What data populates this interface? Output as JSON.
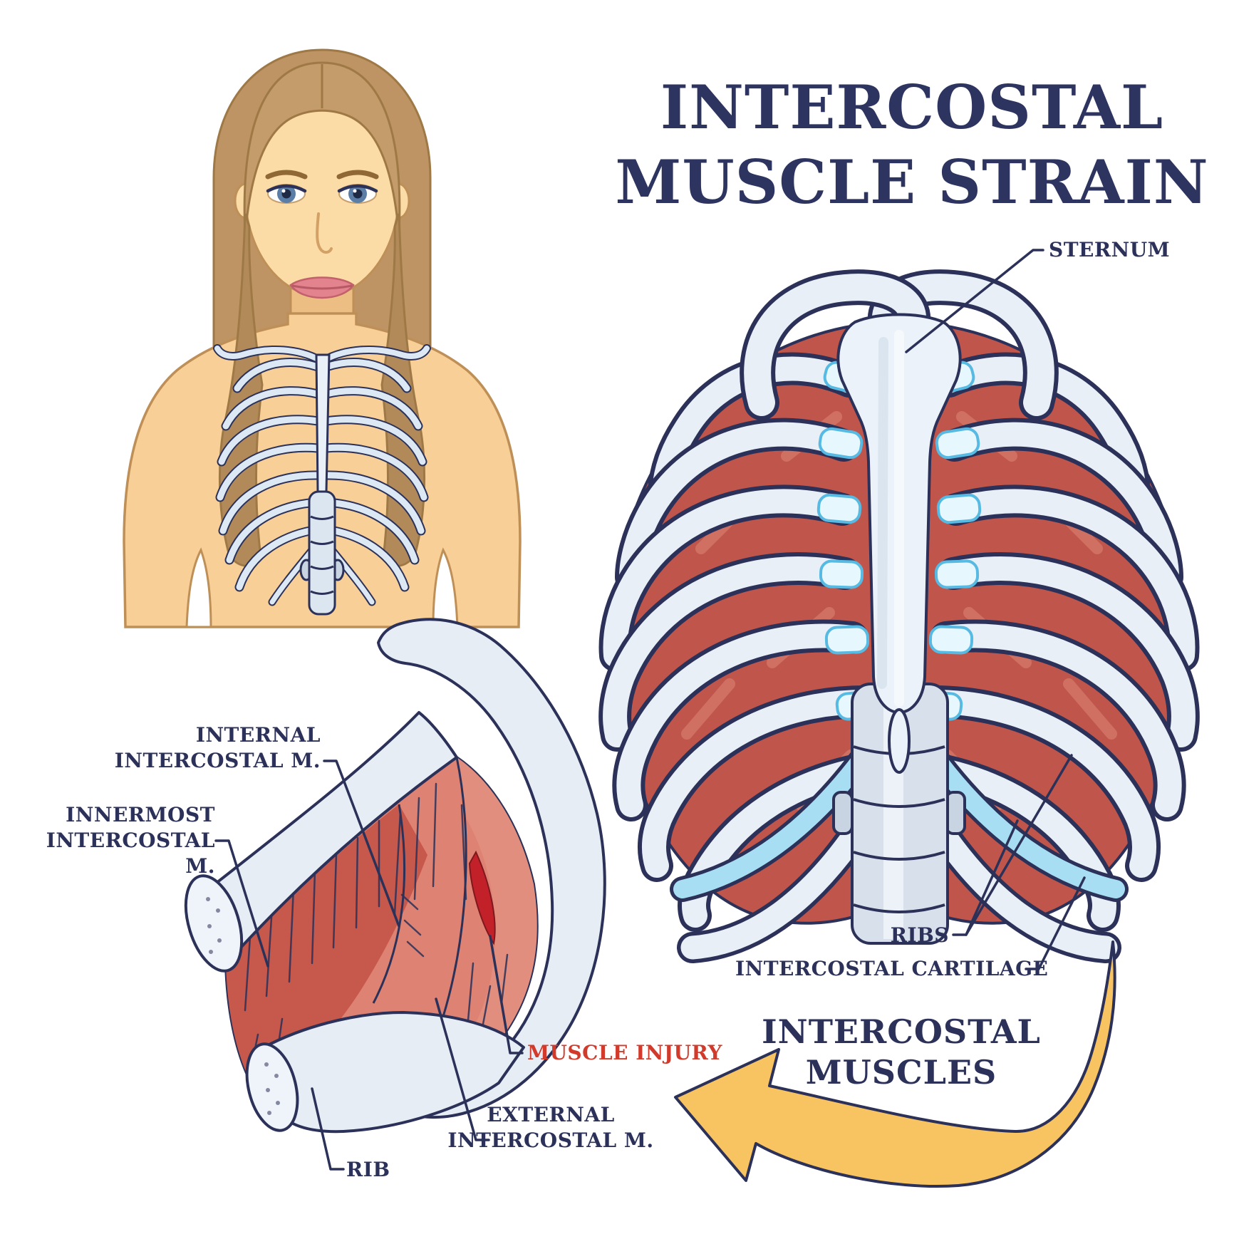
{
  "title": {
    "line1": "INTERCOSTAL",
    "line2": "MUSCLE STRAIN"
  },
  "labels": {
    "sternum": "STERNUM",
    "ribs": "RIBS",
    "intercostal_cartilage": "INTERCOSTAL CARTILAGE",
    "intercostal_muscles": {
      "line1": "INTERCOSTAL",
      "line2": "MUSCLES"
    },
    "internal_intercostal": {
      "line1": "INTERNAL",
      "line2": "INTERCOSTAL M."
    },
    "innermost_intercostal": {
      "line1": "INNERMOST",
      "line2": "INTERCOSTAL M."
    },
    "muscle_injury": "MUSCLE INJURY",
    "external_intercostal": {
      "line1": "EXTERNAL",
      "line2": "INTERCOSTAL M."
    },
    "rib": "RIB"
  },
  "colors": {
    "title_navy": "#2d3460",
    "label_navy": "#2b3158",
    "injury_red": "#d23b2c",
    "muscle_red": "#c0564b",
    "muscle_light": "#de8373",
    "tear_red": "#c2212a",
    "bone_fill": "#e9eff7",
    "bone_outline": "#2b3158",
    "cartilage_cyan": "#a8def4",
    "arrow_yellow": "#f8c462",
    "skin": "#f8cf97",
    "hair": "#c49b6b"
  }
}
